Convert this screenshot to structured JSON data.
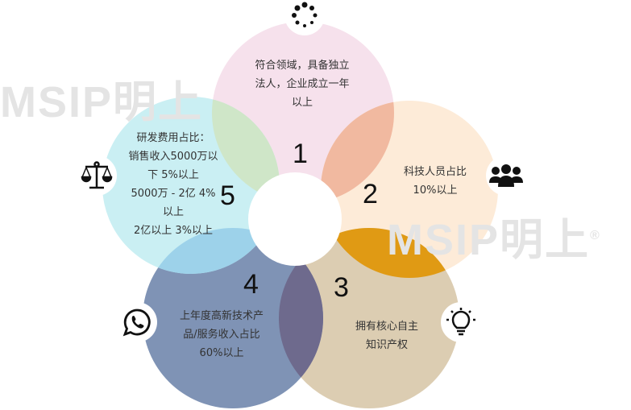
{
  "watermark": {
    "text": "MSIP明上",
    "registered": "®"
  },
  "petals": [
    {
      "number": "1",
      "text": "符合领域，具备独立法人，企业成立一年以上",
      "lines": [
        "符合领域，具备独立",
        "法人，企业成立一年",
        "以上"
      ],
      "color": "#f6e1ec",
      "icon": "loading-dots-icon"
    },
    {
      "number": "2",
      "text": "科技人员占比10%以上",
      "lines": [
        "科技人员占比",
        "10%以上"
      ],
      "color": "#fdebd8",
      "icon": "people-group-icon"
    },
    {
      "number": "3",
      "text": "拥有核心自主知识产权",
      "lines": [
        "拥有核心自主",
        "知识产权"
      ],
      "color": "#dccdb2",
      "icon": "lightbulb-icon"
    },
    {
      "number": "4",
      "text": "上年度高新技术产品/服务收入占比60%以上",
      "lines": [
        "上年度高新技术产",
        "品/服务收入占比",
        "60%以上"
      ],
      "color": "#7f93b5",
      "icon": "whatsapp-phone-icon"
    },
    {
      "number": "5",
      "text": "研发费用占比",
      "lines": [
        "研发费用占比：",
        "销售收入5000万以",
        "下 5%以上",
        "5000万 - 2亿  4%",
        "以上",
        "2亿以上 3%以上"
      ],
      "color": "#caeff3",
      "icon": "balance-scale-icon"
    }
  ],
  "overlap_colors": [
    "#f1b9a0",
    "#e09a14",
    "#6e6a8d",
    "#9dd2ea",
    "#cfe6c8"
  ]
}
